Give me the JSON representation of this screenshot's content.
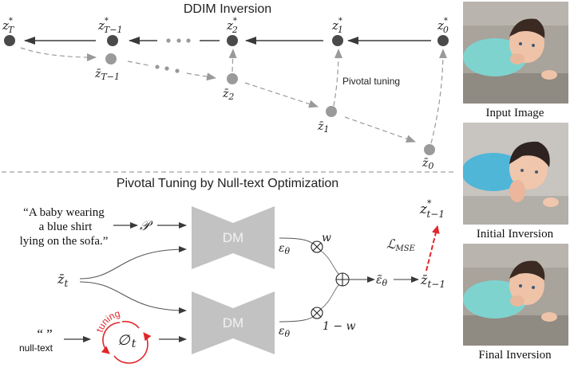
{
  "top_section": {
    "title": "DDIM Inversion",
    "pivot_label": "Pivotal tuning",
    "star_nodes": [
      {
        "base": "z",
        "sup": "*",
        "sub": "T"
      },
      {
        "base": "z",
        "sup": "*",
        "sub": "T−1"
      },
      {
        "base": "z",
        "sup": "*",
        "sub": "2"
      },
      {
        "base": "z",
        "sup": "*",
        "sub": "1"
      },
      {
        "base": "z",
        "sup": "*",
        "sub": "0"
      }
    ],
    "bar_nodes": [
      {
        "base": "z̄",
        "sub": "T−1"
      },
      {
        "base": "z̄",
        "sub": "2"
      },
      {
        "base": "z̄",
        "sub": "1"
      },
      {
        "base": "z̄",
        "sub": "0"
      }
    ]
  },
  "bottom_section": {
    "title": "Pivotal Tuning by Null-text Optimization",
    "prompt_lines": [
      "“A baby wearing",
      "a blue shirt",
      "lying on the sofa.”"
    ],
    "prompt_symbol": "𝒫",
    "latent": {
      "base": "z̄",
      "sub": "t"
    },
    "null_quotes": "“ ”",
    "null_label": "null-text",
    "null_embedding": {
      "base": "∅",
      "sub": "t"
    },
    "tuning_label": "tuning",
    "dm_label": "DM",
    "eps_label": {
      "base": "ε",
      "sub": "θ"
    },
    "weight_top": "w",
    "weight_bottom": "1 − w",
    "combined_eps": {
      "base": "ε̃",
      "sub": "θ"
    },
    "output_latent": {
      "base": "z̄",
      "sub": "t−1"
    },
    "target_latent": {
      "base": "z",
      "sup": "*",
      "sub": "t−1"
    },
    "loss_label": {
      "base": "ℒ",
      "sub": "MSE"
    },
    "times_symbol": "⊗",
    "plus_symbol": "⊕"
  },
  "images": [
    {
      "caption": "Input Image",
      "shirt": "#7fd3cf"
    },
    {
      "caption": "Initial Inversion",
      "shirt": "#4fb6d8"
    },
    {
      "caption": "Final Inversion",
      "shirt": "#7fd3cf"
    }
  ],
  "colors": {
    "node_dark": "#4a4a4a",
    "node_light": "#9a9a9a",
    "arrow_dark": "#3a3a3a",
    "arrow_dashed": "#9a9a9a",
    "dm_fill": "#c2c2c2",
    "accent_red": "#e0262b",
    "separator": "#8a8a8a"
  }
}
